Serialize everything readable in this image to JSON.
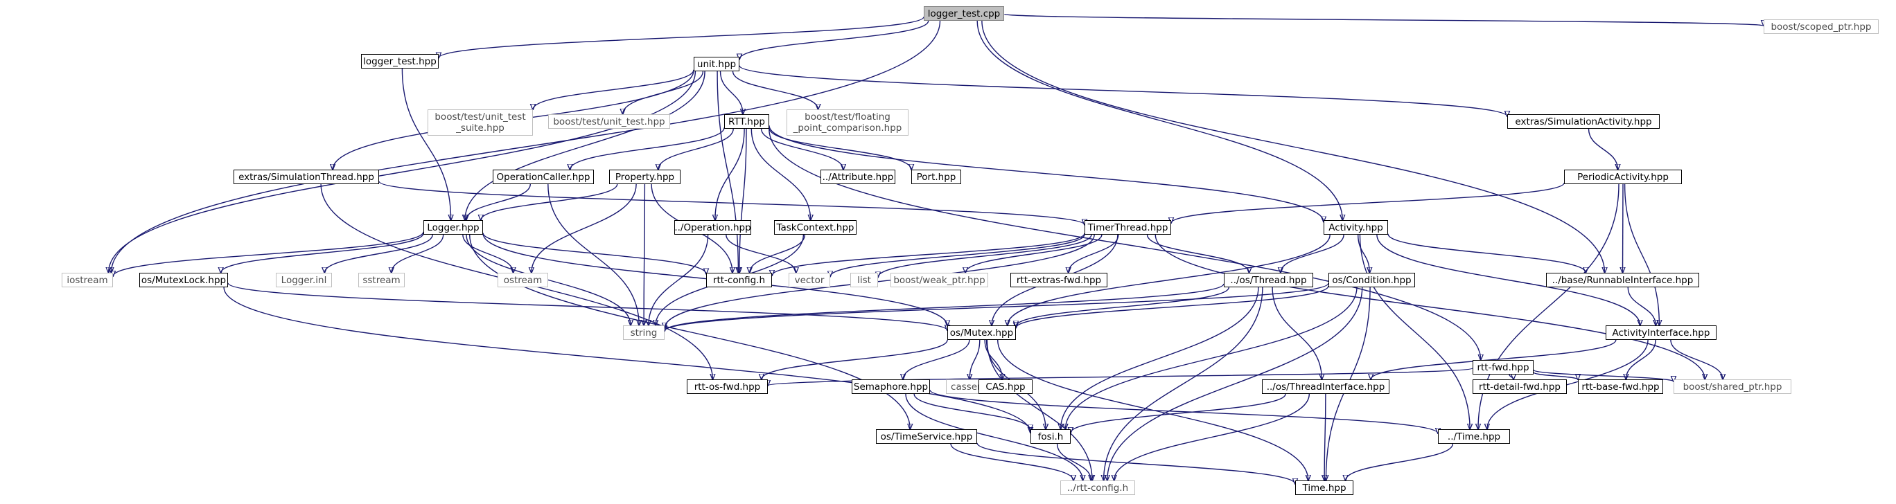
{
  "diagram": {
    "colors": {
      "edge": "#191970",
      "documented_border": "#000000",
      "external_border": "#bfbfbf",
      "external_text": "#4d4d4d",
      "undocumented_border": "#ff0000",
      "root_fill": "#bfbfbf"
    },
    "nodes": [
      {
        "id": "logger_test_cpp",
        "label": "logger_test.cpp",
        "kind": "root"
      },
      {
        "id": "logger_test_hpp",
        "label": "logger_test.hpp",
        "kind": "documented"
      },
      {
        "id": "unit_hpp",
        "label": "unit.hpp",
        "kind": "documented"
      },
      {
        "id": "boost_scoped_ptr",
        "label": "boost/scoped_ptr.hpp",
        "kind": "external"
      },
      {
        "id": "boost_unit_test_suite",
        "label": "boost/test/unit_test\n_suite.hpp",
        "kind": "external"
      },
      {
        "id": "boost_unit_test",
        "label": "boost/test/unit_test.hpp",
        "kind": "external"
      },
      {
        "id": "rtt_hpp",
        "label": "RTT.hpp",
        "kind": "documented"
      },
      {
        "id": "boost_fpc",
        "label": "boost/test/floating\n_point_comparison.hpp",
        "kind": "external"
      },
      {
        "id": "extras_simactivity",
        "label": "extras/SimulationActivity.hpp",
        "kind": "documented"
      },
      {
        "id": "extras_simthread",
        "label": "extras/SimulationThread.hpp",
        "kind": "documented"
      },
      {
        "id": "operationcaller",
        "label": "OperationCaller.hpp",
        "kind": "undocumented"
      },
      {
        "id": "property",
        "label": "Property.hpp",
        "kind": "undocumented"
      },
      {
        "id": "attribute",
        "label": "../Attribute.hpp",
        "kind": "undocumented"
      },
      {
        "id": "port",
        "label": "Port.hpp",
        "kind": "undocumented"
      },
      {
        "id": "periodicactivity",
        "label": "PeriodicActivity.hpp",
        "kind": "documented"
      },
      {
        "id": "logger_hpp",
        "label": "Logger.hpp",
        "kind": "documented"
      },
      {
        "id": "operation",
        "label": "../Operation.hpp",
        "kind": "undocumented"
      },
      {
        "id": "taskcontext",
        "label": "TaskContext.hpp",
        "kind": "undocumented"
      },
      {
        "id": "timerthread",
        "label": "TimerThread.hpp",
        "kind": "documented"
      },
      {
        "id": "activity",
        "label": "Activity.hpp",
        "kind": "documented"
      },
      {
        "id": "iostream",
        "label": "iostream",
        "kind": "external"
      },
      {
        "id": "os_mutexlock",
        "label": "os/MutexLock.hpp",
        "kind": "documented"
      },
      {
        "id": "logger_inl",
        "label": "Logger.inl",
        "kind": "external"
      },
      {
        "id": "sstream",
        "label": "sstream",
        "kind": "external"
      },
      {
        "id": "ostream",
        "label": "ostream",
        "kind": "external"
      },
      {
        "id": "rtt_config_h",
        "label": "rtt-config.h",
        "kind": "documented"
      },
      {
        "id": "vector",
        "label": "vector",
        "kind": "external"
      },
      {
        "id": "list",
        "label": "list",
        "kind": "external"
      },
      {
        "id": "boost_weak_ptr",
        "label": "boost/weak_ptr.hpp",
        "kind": "external"
      },
      {
        "id": "rtt_extras_fwd",
        "label": "rtt-extras-fwd.hpp",
        "kind": "documented"
      },
      {
        "id": "os_thread",
        "label": "../os/Thread.hpp",
        "kind": "documented"
      },
      {
        "id": "os_condition",
        "label": "os/Condition.hpp",
        "kind": "documented"
      },
      {
        "id": "base_runnable",
        "label": "../base/RunnableInterface.hpp",
        "kind": "documented"
      },
      {
        "id": "string",
        "label": "string",
        "kind": "external"
      },
      {
        "id": "os_mutex",
        "label": "os/Mutex.hpp",
        "kind": "documented"
      },
      {
        "id": "activityinterface",
        "label": "ActivityInterface.hpp",
        "kind": "documented"
      },
      {
        "id": "rtt_fwd",
        "label": "rtt-fwd.hpp",
        "kind": "undocumented"
      },
      {
        "id": "rtt_os_fwd",
        "label": "rtt-os-fwd.hpp",
        "kind": "documented"
      },
      {
        "id": "semaphore",
        "label": "Semaphore.hpp",
        "kind": "documented"
      },
      {
        "id": "cassert",
        "label": "cassert",
        "kind": "external"
      },
      {
        "id": "cas",
        "label": "CAS.hpp",
        "kind": "undocumented"
      },
      {
        "id": "os_threadinterface",
        "label": "../os/ThreadInterface.hpp",
        "kind": "undocumented"
      },
      {
        "id": "rtt_detail_fwd",
        "label": "rtt-detail-fwd.hpp",
        "kind": "documented"
      },
      {
        "id": "rtt_base_fwd",
        "label": "rtt-base-fwd.hpp",
        "kind": "documented"
      },
      {
        "id": "boost_shared_ptr",
        "label": "boost/shared_ptr.hpp",
        "kind": "external"
      },
      {
        "id": "os_timeservice",
        "label": "os/TimeService.hpp",
        "kind": "documented"
      },
      {
        "id": "fosi_h",
        "label": "fosi.h",
        "kind": "documented"
      },
      {
        "id": "time_hpp_up",
        "label": "../Time.hpp",
        "kind": "documented"
      },
      {
        "id": "rtt_config_h_up",
        "label": "../rtt-config.h",
        "kind": "external"
      },
      {
        "id": "time_hpp",
        "label": "Time.hpp",
        "kind": "undocumented"
      }
    ],
    "edges": [
      [
        "logger_test_cpp",
        "logger_test_hpp"
      ],
      [
        "logger_test_cpp",
        "unit_hpp"
      ],
      [
        "logger_test_cpp",
        "boost_scoped_ptr"
      ],
      [
        "logger_test_cpp",
        "iostream"
      ],
      [
        "logger_test_cpp",
        "activity"
      ],
      [
        "logger_test_cpp",
        "base_runnable"
      ],
      [
        "logger_test_hpp",
        "logger_hpp"
      ],
      [
        "unit_hpp",
        "boost_unit_test_suite"
      ],
      [
        "unit_hpp",
        "boost_unit_test"
      ],
      [
        "unit_hpp",
        "rtt_hpp"
      ],
      [
        "unit_hpp",
        "boost_fpc"
      ],
      [
        "unit_hpp",
        "extras_simactivity"
      ],
      [
        "unit_hpp",
        "extras_simthread"
      ],
      [
        "unit_hpp",
        "logger_hpp"
      ],
      [
        "unit_hpp",
        "iostream"
      ],
      [
        "unit_hpp",
        "rtt_config_h"
      ],
      [
        "rtt_hpp",
        "operationcaller"
      ],
      [
        "rtt_hpp",
        "property"
      ],
      [
        "rtt_hpp",
        "attribute"
      ],
      [
        "rtt_hpp",
        "port"
      ],
      [
        "rtt_hpp",
        "operation"
      ],
      [
        "rtt_hpp",
        "taskcontext"
      ],
      [
        "rtt_hpp",
        "activity"
      ],
      [
        "rtt_hpp",
        "rtt_fwd"
      ],
      [
        "rtt_hpp",
        "rtt_config_h"
      ],
      [
        "extras_simactivity",
        "periodicactivity"
      ],
      [
        "extras_simthread",
        "timerthread"
      ],
      [
        "extras_simthread",
        "rtt_os_fwd"
      ],
      [
        "operationcaller",
        "logger_hpp"
      ],
      [
        "operationcaller",
        "string"
      ],
      [
        "property",
        "logger_hpp"
      ],
      [
        "property",
        "string"
      ],
      [
        "property",
        "ostream"
      ],
      [
        "property",
        "rtt_config_h"
      ],
      [
        "periodicactivity",
        "timerthread"
      ],
      [
        "periodicactivity",
        "base_runnable"
      ],
      [
        "periodicactivity",
        "activityinterface"
      ],
      [
        "periodicactivity",
        "time_hpp_up"
      ],
      [
        "logger_hpp",
        "iostream"
      ],
      [
        "logger_hpp",
        "os_mutexlock"
      ],
      [
        "logger_hpp",
        "logger_inl"
      ],
      [
        "logger_hpp",
        "sstream"
      ],
      [
        "logger_hpp",
        "ostream"
      ],
      [
        "logger_hpp",
        "rtt_config_h"
      ],
      [
        "logger_hpp",
        "string"
      ],
      [
        "logger_hpp",
        "os_mutex"
      ],
      [
        "logger_hpp",
        "os_timeservice"
      ],
      [
        "operation",
        "string"
      ],
      [
        "operation",
        "vector"
      ],
      [
        "taskcontext",
        "rtt_config_h"
      ],
      [
        "taskcontext",
        "string"
      ],
      [
        "timerthread",
        "rtt_config_h"
      ],
      [
        "timerthread",
        "vector"
      ],
      [
        "timerthread",
        "list"
      ],
      [
        "timerthread",
        "boost_weak_ptr"
      ],
      [
        "timerthread",
        "rtt_extras_fwd"
      ],
      [
        "timerthread",
        "os_thread"
      ],
      [
        "timerthread",
        "string"
      ],
      [
        "timerthread",
        "os_mutex"
      ],
      [
        "timerthread",
        "boost_shared_ptr"
      ],
      [
        "activity",
        "os_thread"
      ],
      [
        "activity",
        "os_condition"
      ],
      [
        "activity",
        "base_runnable"
      ],
      [
        "activity",
        "activityinterface"
      ],
      [
        "activity",
        "os_mutex"
      ],
      [
        "activity",
        "time_hpp_up"
      ],
      [
        "os_mutexlock",
        "os_mutex"
      ],
      [
        "os_mutexlock",
        "fosi_h"
      ],
      [
        "os_thread",
        "string"
      ],
      [
        "os_thread",
        "os_mutex"
      ],
      [
        "os_thread",
        "os_threadinterface"
      ],
      [
        "os_thread",
        "fosi_h"
      ],
      [
        "os_thread",
        "rtt_config_h_up"
      ],
      [
        "os_condition",
        "os_mutex"
      ],
      [
        "os_condition",
        "fosi_h"
      ],
      [
        "os_condition",
        "time_hpp"
      ],
      [
        "os_condition",
        "rtt_config_h_up"
      ],
      [
        "os_condition",
        "string"
      ],
      [
        "base_runnable",
        "activityinterface"
      ],
      [
        "os_mutex",
        "rtt_os_fwd"
      ],
      [
        "os_mutex",
        "semaphore"
      ],
      [
        "os_mutex",
        "cassert"
      ],
      [
        "os_mutex",
        "cas"
      ],
      [
        "os_mutex",
        "fosi_h"
      ],
      [
        "os_mutex",
        "rtt_config_h_up"
      ],
      [
        "os_mutex",
        "time_hpp"
      ],
      [
        "activityinterface",
        "os_threadinterface"
      ],
      [
        "activityinterface",
        "rtt_base_fwd"
      ],
      [
        "activityinterface",
        "boost_shared_ptr"
      ],
      [
        "activityinterface",
        "time_hpp_up"
      ],
      [
        "rtt_fwd",
        "rtt_os_fwd"
      ],
      [
        "rtt_fwd",
        "rtt_detail_fwd"
      ],
      [
        "rtt_fwd",
        "rtt_base_fwd"
      ],
      [
        "rtt_fwd",
        "boost_shared_ptr"
      ],
      [
        "semaphore",
        "fosi_h"
      ],
      [
        "semaphore",
        "time_hpp_up"
      ],
      [
        "semaphore",
        "rtt_config_h_up"
      ],
      [
        "os_threadinterface",
        "fosi_h"
      ],
      [
        "os_threadinterface",
        "time_hpp"
      ],
      [
        "os_threadinterface",
        "rtt_config_h_up"
      ],
      [
        "os_timeservice",
        "time_hpp"
      ],
      [
        "os_timeservice",
        "rtt_config_h_up"
      ],
      [
        "fosi_h",
        "rtt_config_h_up"
      ],
      [
        "time_hpp_up",
        "time_hpp"
      ]
    ]
  }
}
